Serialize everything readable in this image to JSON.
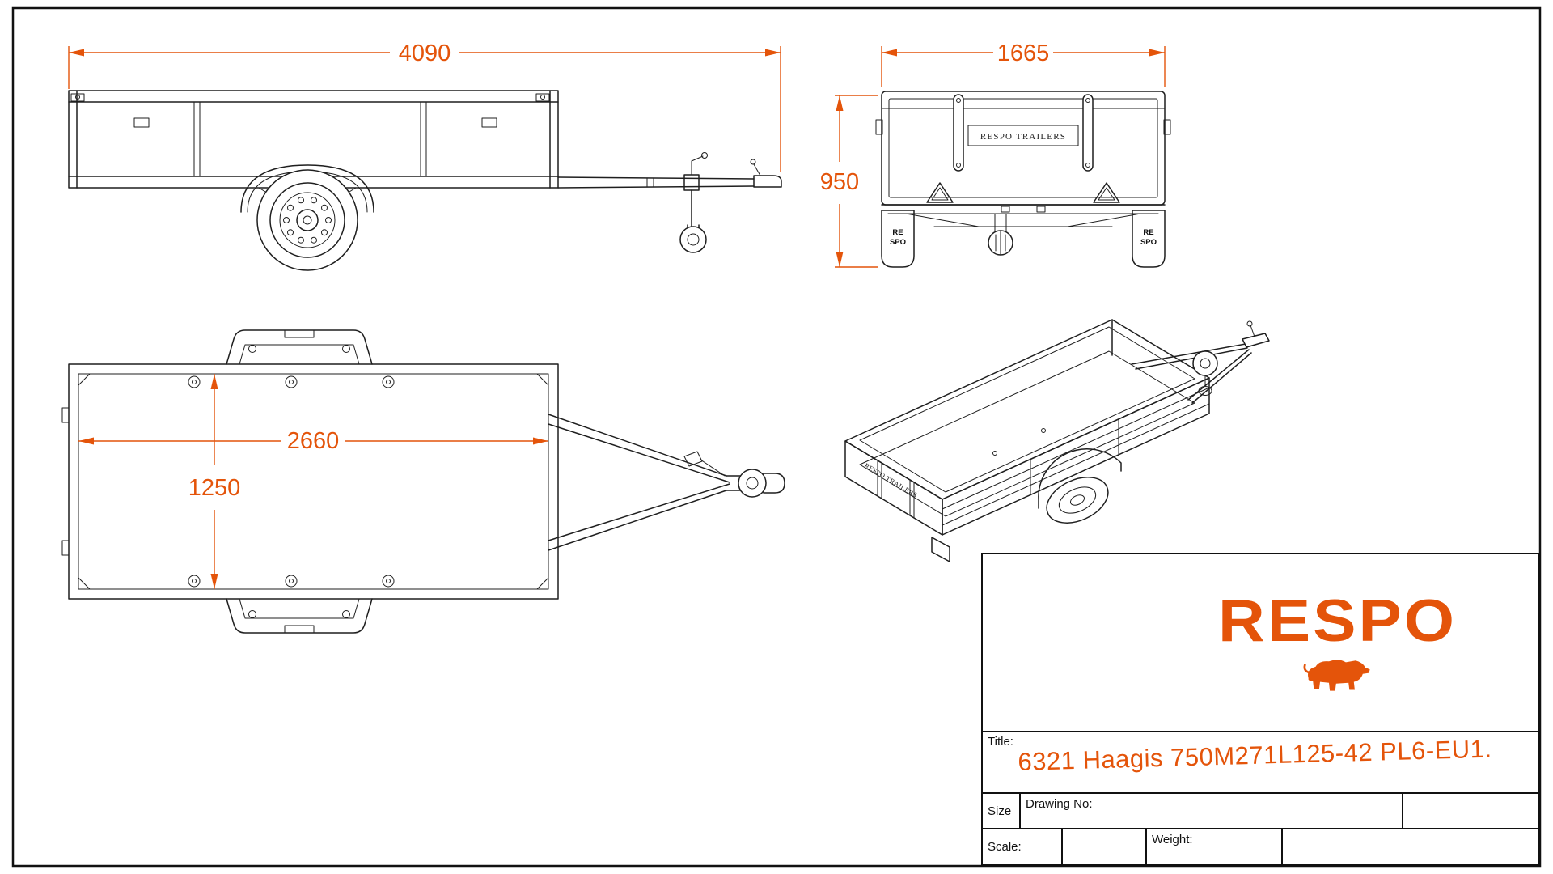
{
  "colors": {
    "accent": "#e4540a",
    "line": "#1f1f1f",
    "paper": "#ffffff"
  },
  "dims": {
    "side_length": "4090",
    "rear_width": "1665",
    "rear_height": "950",
    "top_inner_length": "2660",
    "top_inner_width": "1250"
  },
  "labels": {
    "rear_plate": "RESPO TRAILERS",
    "iso_plate": "RESPO TRAILERS",
    "mudflap_line1": "RE",
    "mudflap_line2": "SPO"
  },
  "title_block": {
    "brand": "RESPO",
    "title_label": "Title:",
    "title_value": "6321 Haagis 750M271L125-42 PL6-EU1.",
    "size_label": "Size",
    "drawing_no_label": "Drawing No:",
    "scale_label": "Scale:",
    "weight_label": "Weight:"
  }
}
